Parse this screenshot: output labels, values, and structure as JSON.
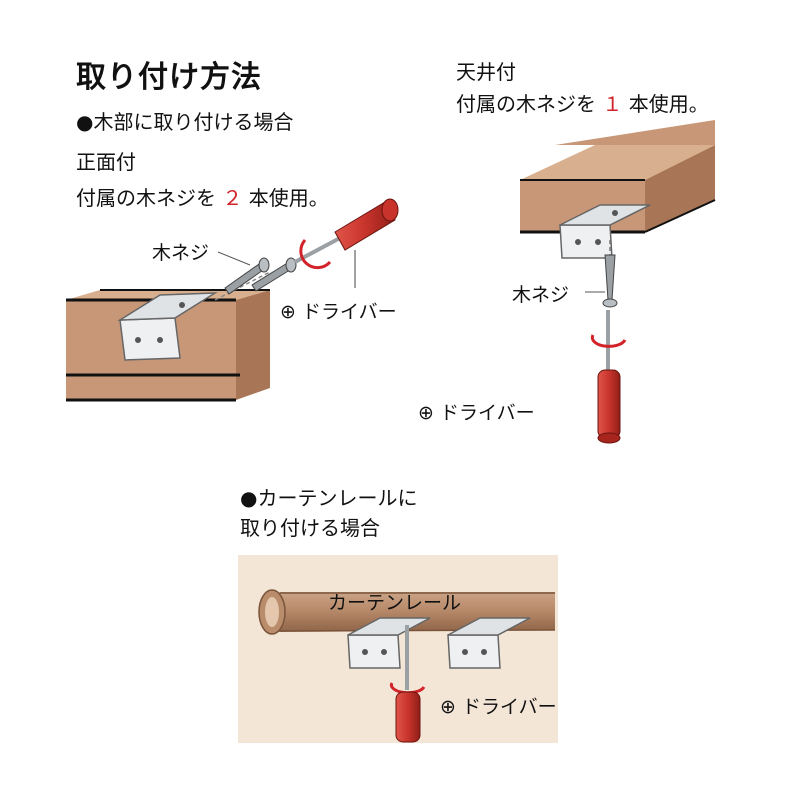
{
  "title": "取り付け方法",
  "wood_section": {
    "heading": "●木部に取り付ける場合",
    "front": {
      "label": "正面付",
      "usage_prefix": "付属の木ネジを",
      "usage_count": "２",
      "usage_suffix": "本使用。",
      "screw_label": "木ネジ",
      "driver_label": "⊕ ドライバー"
    },
    "ceiling": {
      "label": "天井付",
      "usage_prefix": "付属の木ネジを",
      "usage_count": "１",
      "usage_suffix": "本使用。",
      "screw_label": "木ネジ",
      "driver_label": "⊕ ドライバー"
    }
  },
  "rail_section": {
    "heading_line1": "●カーテンレールに",
    "heading_line2": "取り付ける場合",
    "rail_label": "カーテンレール",
    "driver_label": "⊕ ドライバー"
  },
  "colors": {
    "accent_red": "#d2232a",
    "wood": "#c79777",
    "wood_dark": "#a87556",
    "rail_panel_bg": "#f4e6d6",
    "handle_red": "#c8342c"
  }
}
